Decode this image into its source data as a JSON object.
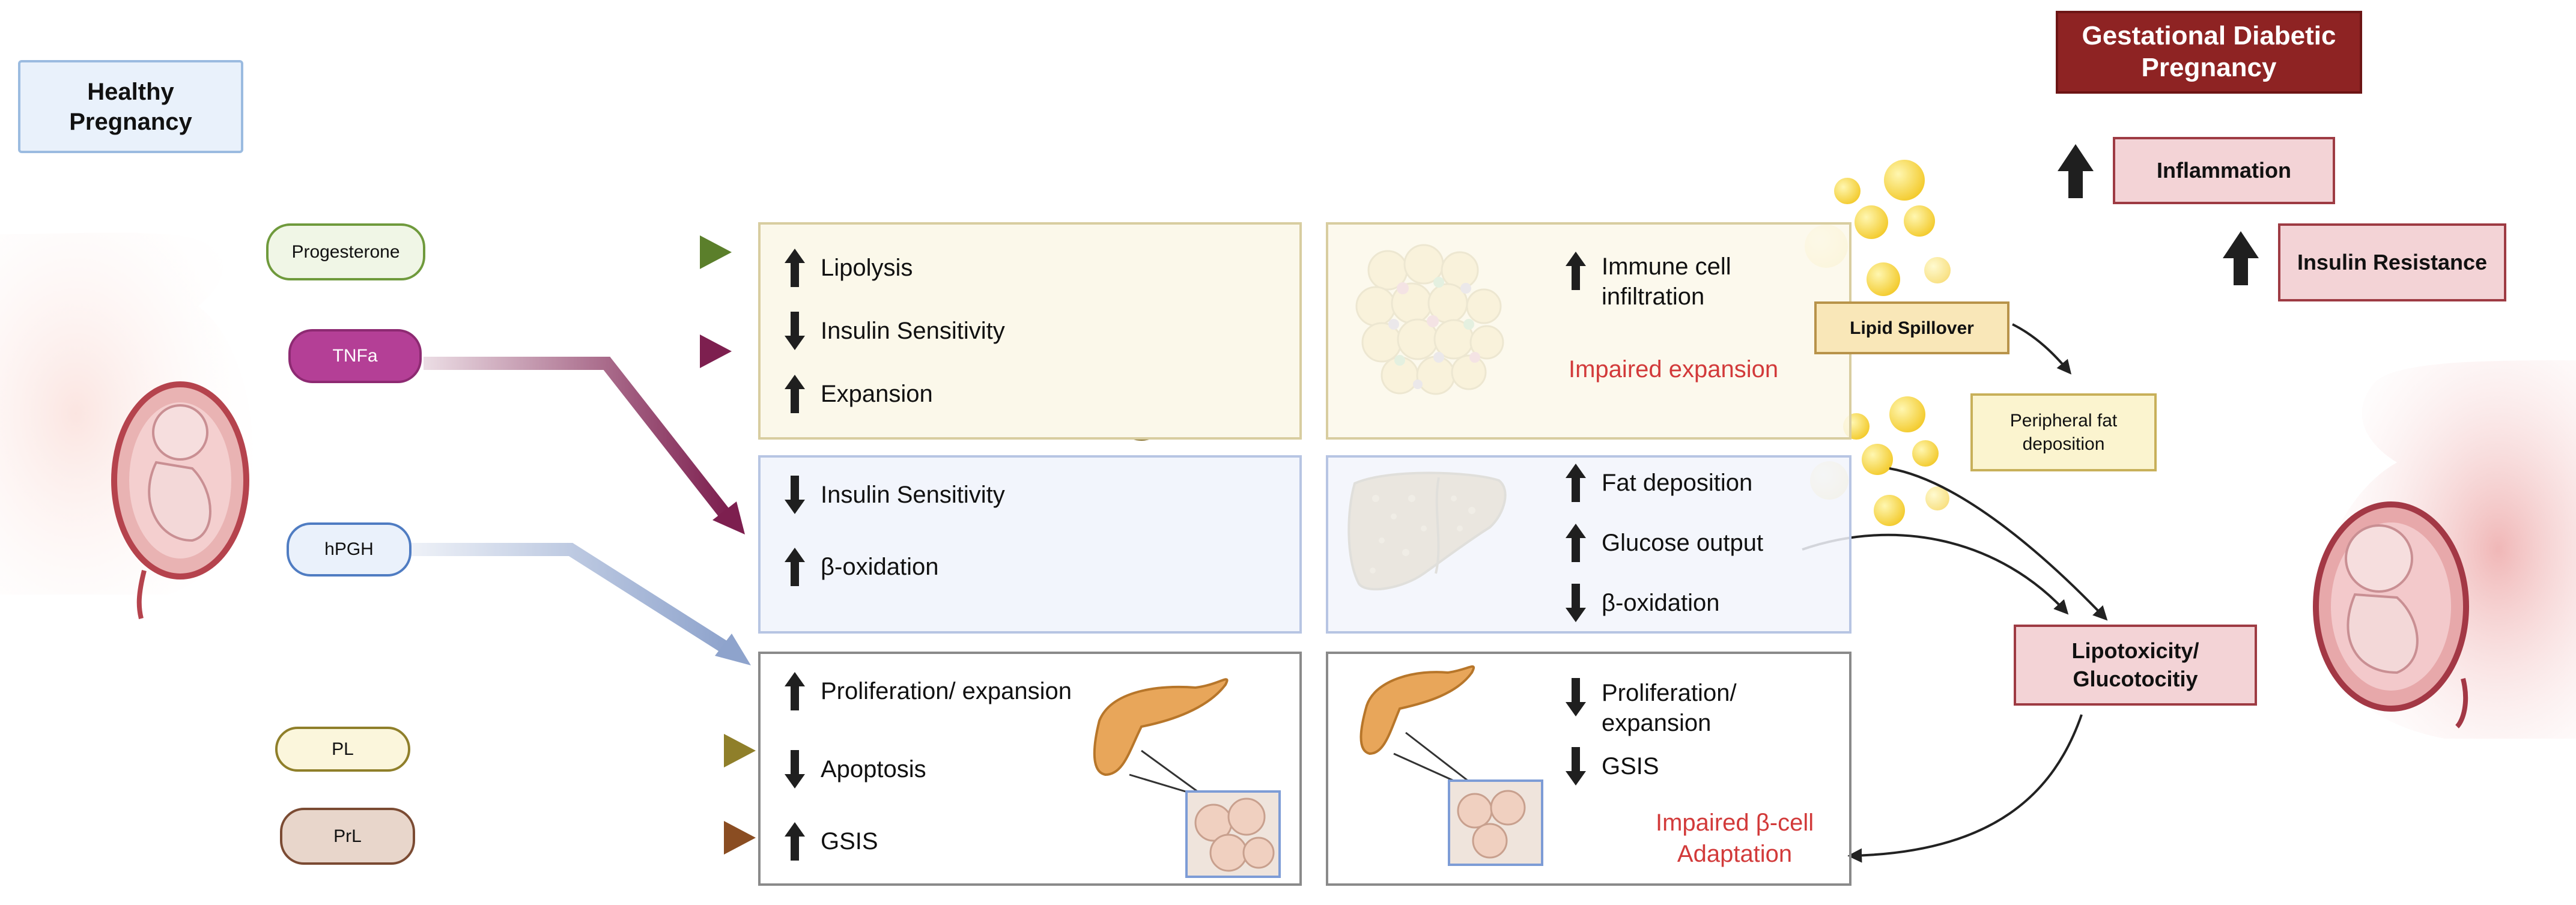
{
  "headers": {
    "healthy": "Healthy\nPregnancy",
    "gdm": "Gestational Diabetic\nPregnancy",
    "inflammation": "Inflammation",
    "insulin_resistance": "Insulin Resistance"
  },
  "hormones": {
    "progesterone": "Progesterone",
    "tnfa": "TNFa",
    "hpgh": "hPGH",
    "pl": "PL",
    "prl": "PrL"
  },
  "healthy_panels": {
    "adipose": [
      "Lipolysis",
      "Insulin Sensitivity",
      "Expansion"
    ],
    "liver": [
      "Insulin Sensitivity",
      "β-oxidation"
    ],
    "pancreas": [
      "Proliferation/ expansion",
      "Apoptosis",
      "GSIS"
    ]
  },
  "gdm_panels": {
    "adipose": "Immune cell\ninfiltration",
    "adipose_impaired": "Impaired expansion",
    "liver": [
      "Fat deposition",
      "Glucose output",
      "β-oxidation"
    ],
    "pancreas_1": "Proliferation/\nexpansion",
    "pancreas_2": "GSIS",
    "pancreas_impaired": "Impaired β-cell\nAdaptation"
  },
  "right": {
    "lipid_spillover": "Lipid Spillover",
    "peripheral_fat": "Peripheral fat\ndeposition",
    "lipotoxicity": "Lipotoxicity/\nGlucotocitiy"
  },
  "colors": {
    "progesterone_arrow": "#5b7f2b",
    "tnfa_arrow": "#7d1f4f",
    "hpgh_arrow": "#8ea3cc",
    "pl_arrow": "#8f7f2a",
    "prl_arrow": "#8a4d22",
    "impaired_text": "#d23a3a"
  }
}
